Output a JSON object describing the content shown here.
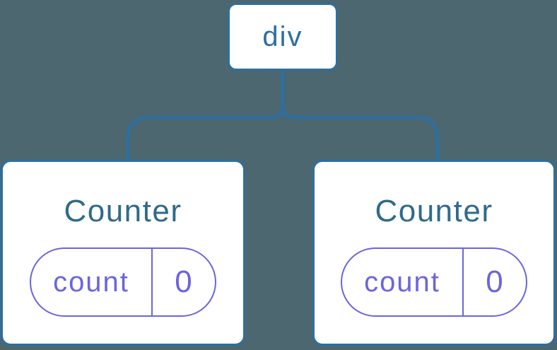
{
  "diagram": {
    "root_node": {
      "label": "div"
    },
    "children": [
      {
        "title": "Counter",
        "state_key": "count",
        "state_value": "0"
      },
      {
        "title": "Counter",
        "state_key": "count",
        "state_value": "0"
      }
    ]
  },
  "colors": {
    "background": "#4c6770",
    "node_fill": "#ffffff",
    "line_blue": "#2e6f9e",
    "tag_text_blue": "#2e6f9e",
    "component_text_blue": "#306a8c",
    "state_purple": "#6b65de"
  }
}
